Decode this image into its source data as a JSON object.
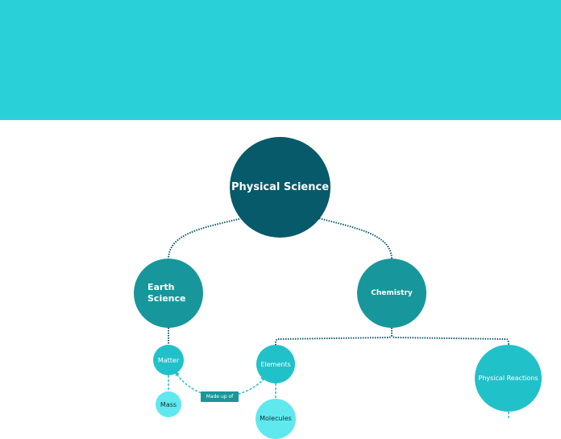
{
  "diagram": {
    "root": {
      "label": "Physical Science"
    },
    "branches": [
      {
        "label": "Earth Science",
        "line1": "Earth",
        "line2": "Science"
      },
      {
        "label": "Chemistry"
      }
    ],
    "earth_children": [
      {
        "label": "Matter"
      },
      {
        "label": "Mass"
      }
    ],
    "chemistry_children": [
      {
        "label": "Elements"
      },
      {
        "label": "Physical Reactions"
      },
      {
        "label": "Molecules"
      }
    ],
    "connector_label": "Made up of",
    "colors": {
      "banner": "#2ad0d8",
      "root": "#065a6a",
      "branch": "#17979b",
      "leaf": "#21c1ca",
      "leaf_light": "#5fe9ef",
      "connector": "#0e5a6a"
    }
  }
}
